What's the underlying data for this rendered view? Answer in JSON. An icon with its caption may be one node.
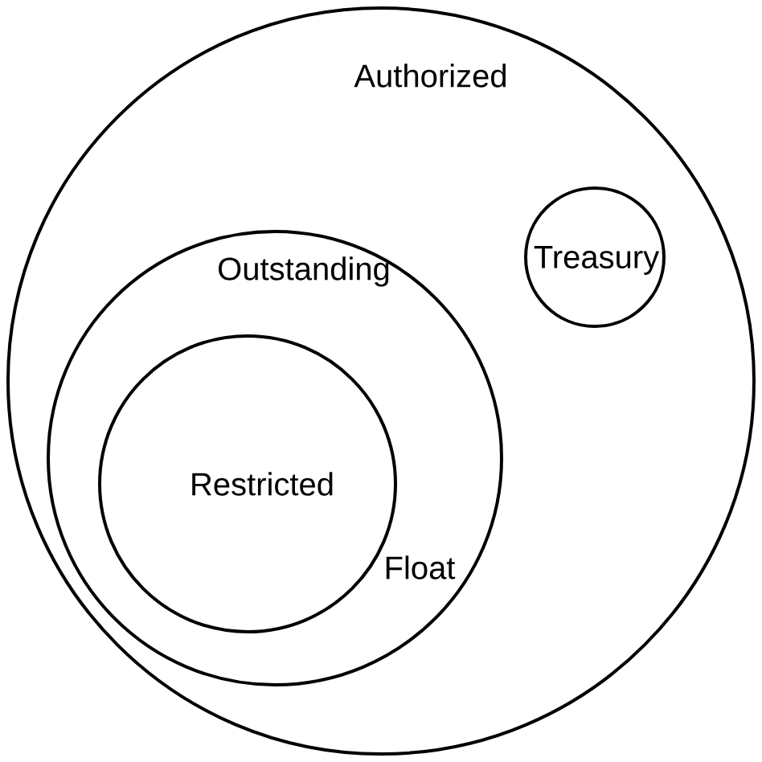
{
  "diagram": {
    "nodes": [
      {
        "text": [
          "Authorized"
        ]
      },
      {
        "text": [
          "Outstanding",
          "Float"
        ],
        "in": 0
      },
      {
        "text": [
          "Treasury"
        ],
        "in": 0
      },
      {
        "text": [
          "Restricted"
        ],
        "in": 1
      }
    ]
  }
}
